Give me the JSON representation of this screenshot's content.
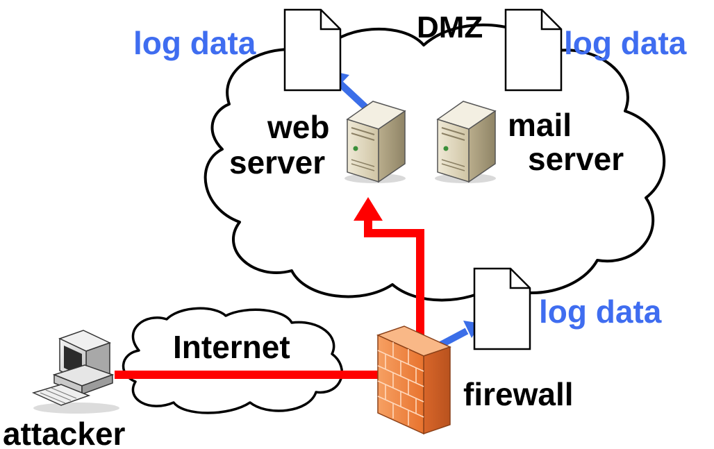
{
  "colors": {
    "log_label": "#3f6df0",
    "log_arrow": "#3b6ee8",
    "attack_path": "#ff0000",
    "firewall_brick": "#f07f3c",
    "server_body": "#d8cfb6"
  },
  "labels": {
    "dmz": "DMZ",
    "web_server_line1": "web",
    "web_server_line2": "server",
    "mail_server_line1": "mail",
    "mail_server_line2": "server",
    "internet": "Internet",
    "firewall": "firewall",
    "attacker": "attacker",
    "log_web": "log data",
    "log_mail": "log data",
    "log_firewall": "log data"
  },
  "icons": {
    "document": "document-icon",
    "server": "server-icon",
    "firewall": "firewall-icon",
    "computer": "computer-icon",
    "cloud": "cloud-icon"
  }
}
